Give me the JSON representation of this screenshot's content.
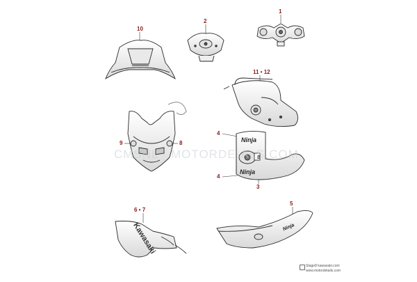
{
  "diagram": {
    "callouts": {
      "c1": "1",
      "c2": "2",
      "c3": "3",
      "c4a": "4",
      "c4b": "4",
      "c5": "5",
      "c6_7": "6 • 7",
      "c8": "8",
      "c9": "9",
      "c10": "10",
      "c11_12": "11 • 12"
    },
    "labels": {
      "kawasaki_decal": "Kawasaki",
      "ninja_decal_1": "Ninja",
      "ninja_decal_2": "Ninja",
      "tail_decal": "Ninja"
    },
    "watermark": "CMSNL · MOTORDE·ALS.COM",
    "credit": {
      "line1": "Stage8 kawasaki.com",
      "line2": "www.motordetails.com"
    },
    "colors": {
      "callout": "#8b1a1a",
      "line": "#2a2a2a",
      "part_fill": "#f4f4f4"
    }
  }
}
